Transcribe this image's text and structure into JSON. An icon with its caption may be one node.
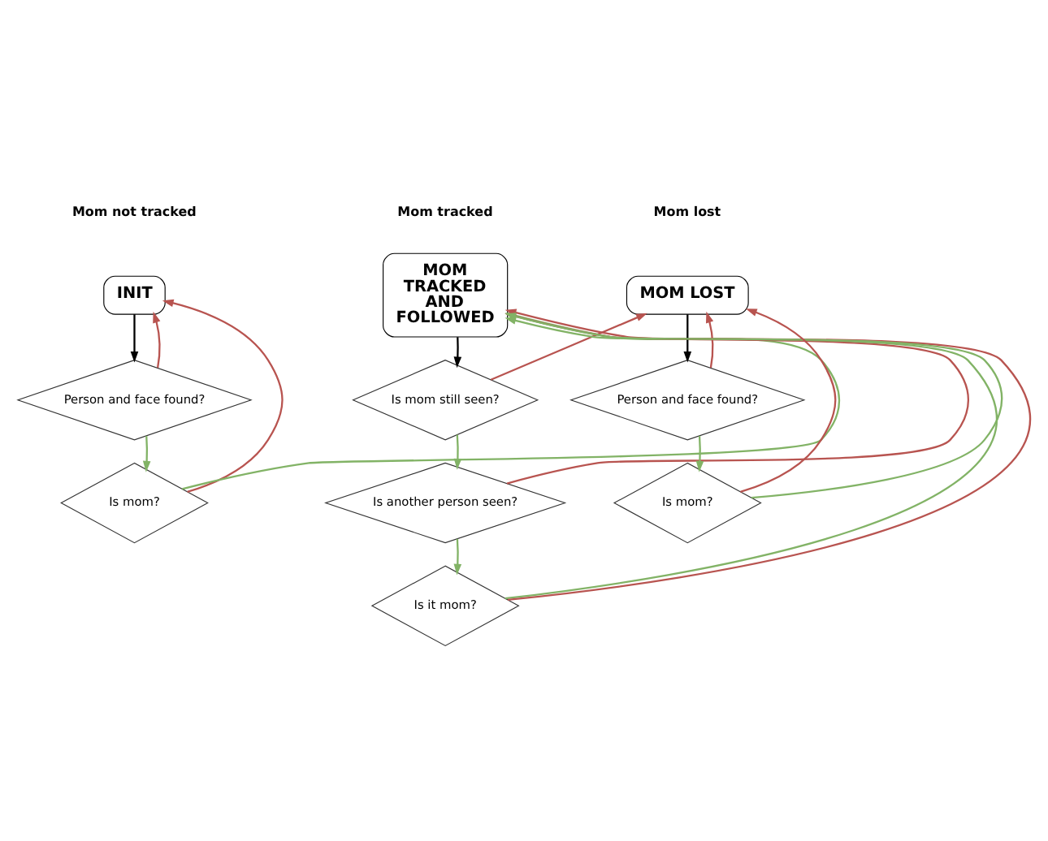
{
  "diagram": {
    "nodes": [
      {
        "text": [
          "INIT"
        ]
      },
      {
        "text": [
          "Person and face found?"
        ]
      },
      {
        "text": [
          "Is mom?"
        ]
      },
      {
        "text": [
          "MOM TRACKED AND FOLLOWED"
        ]
      },
      {
        "text": [
          "Is mom still seen?"
        ]
      },
      {
        "text": [
          "Is another person seen?"
        ]
      },
      {
        "text": [
          "Is it mom?"
        ]
      },
      {
        "text": [
          "MOM LOST"
        ]
      },
      {
        "text": [
          "Person and face found?"
        ]
      },
      {
        "text": [
          "Is mom?"
        ]
      }
    ],
    "edges": [
      {
        "from": 0,
        "to": 1,
        "arrow": "to",
        "color": "#000000"
      },
      {
        "from": 1,
        "to": 0,
        "arrow": "to",
        "color": "#b85450"
      },
      {
        "from": 1,
        "to": 2,
        "arrow": "to",
        "color": "#82b366"
      },
      {
        "from": 2,
        "to": 0,
        "arrow": "to",
        "color": "#b85450"
      },
      {
        "from": 2,
        "to": 3,
        "arrow": "to",
        "color": "#82b366"
      },
      {
        "from": 3,
        "to": 4,
        "arrow": "to",
        "color": "#000000"
      },
      {
        "from": 4,
        "to": 7,
        "arrow": "to",
        "color": "#b85450"
      },
      {
        "from": 4,
        "to": 5,
        "arrow": "to",
        "color": "#82b366"
      },
      {
        "from": 5,
        "to": 3,
        "arrow": "to",
        "color": "#b85450"
      },
      {
        "from": 5,
        "to": 6,
        "arrow": "to",
        "color": "#82b366"
      },
      {
        "from": 6,
        "to": 3,
        "arrow": "to",
        "color": "#82b366"
      },
      {
        "from": 6,
        "to": 3,
        "arrow": "to",
        "color": "#b85450"
      },
      {
        "from": 7,
        "to": 8,
        "arrow": "to",
        "color": "#000000"
      },
      {
        "from": 8,
        "to": 7,
        "arrow": "to",
        "color": "#b85450"
      },
      {
        "from": 8,
        "to": 9,
        "arrow": "to",
        "color": "#82b366"
      },
      {
        "from": 9,
        "to": 3,
        "arrow": "to",
        "color": "#82b366"
      },
      {
        "from": 9,
        "to": 7,
        "arrow": "to",
        "color": "#b85450"
      }
    ],
    "labels": [
      "Mom not tracked",
      "Mom tracked",
      "Mom lost"
    ]
  }
}
